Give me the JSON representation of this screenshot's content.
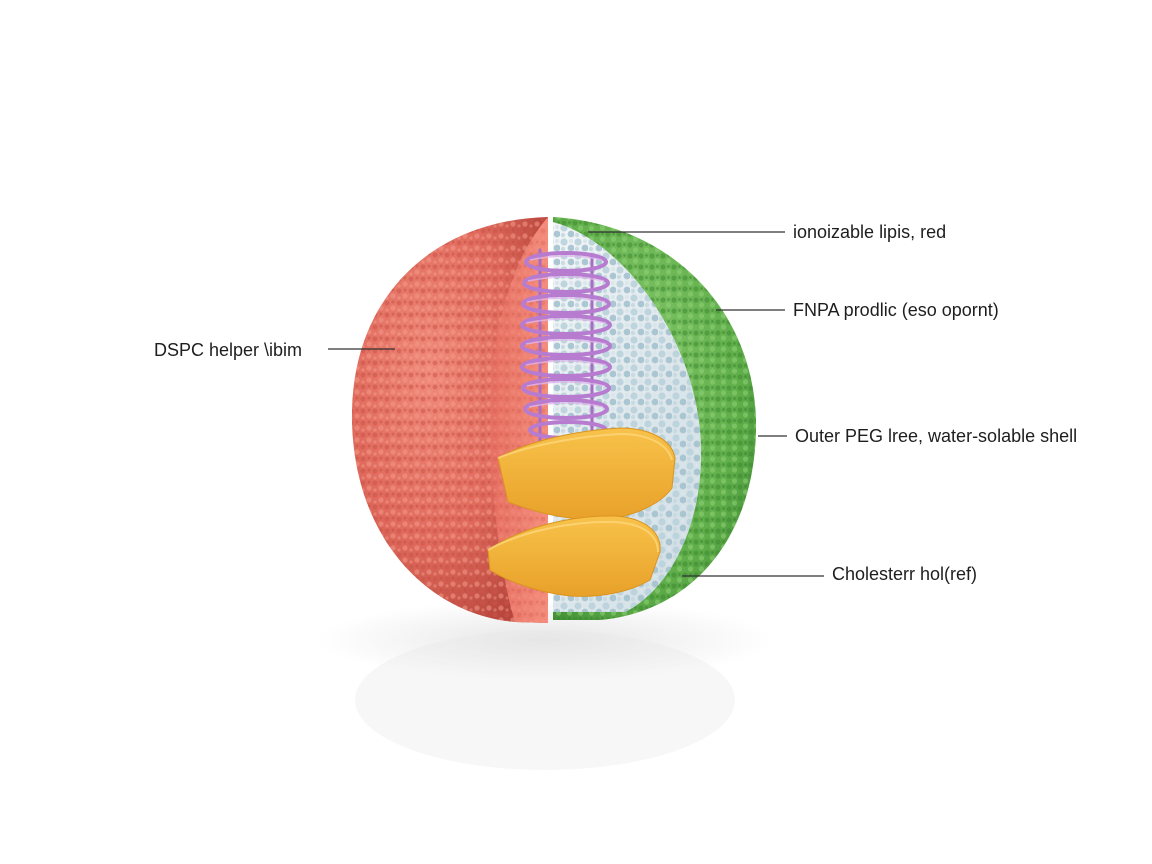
{
  "diagram": {
    "labels": {
      "ionizable": "ionoizable lipis, red",
      "mrna": "FNPA prodlic (eso opornt)",
      "peg": "Outer PEG lree, water-solable shell",
      "cholesterol": "Cholesterr hol(ref)",
      "dspc": "DSPC helper \\ibim"
    },
    "colors": {
      "red_hemisphere": "#e06a5c",
      "red_cut_face": "#ef8070",
      "green_shell": "#5fae4a",
      "core_fill": "#dde6ea",
      "core_beads": "#a9c6d3",
      "mrna_coil": "#b77ccf",
      "cholesterol_blocks": "#f0b237",
      "leader_line": "#333333"
    },
    "icons": {
      "particle": "lipid-nanoparticle-cutaway",
      "coil": "mrna-coil",
      "blocks": "cholesterol-blocks"
    }
  }
}
